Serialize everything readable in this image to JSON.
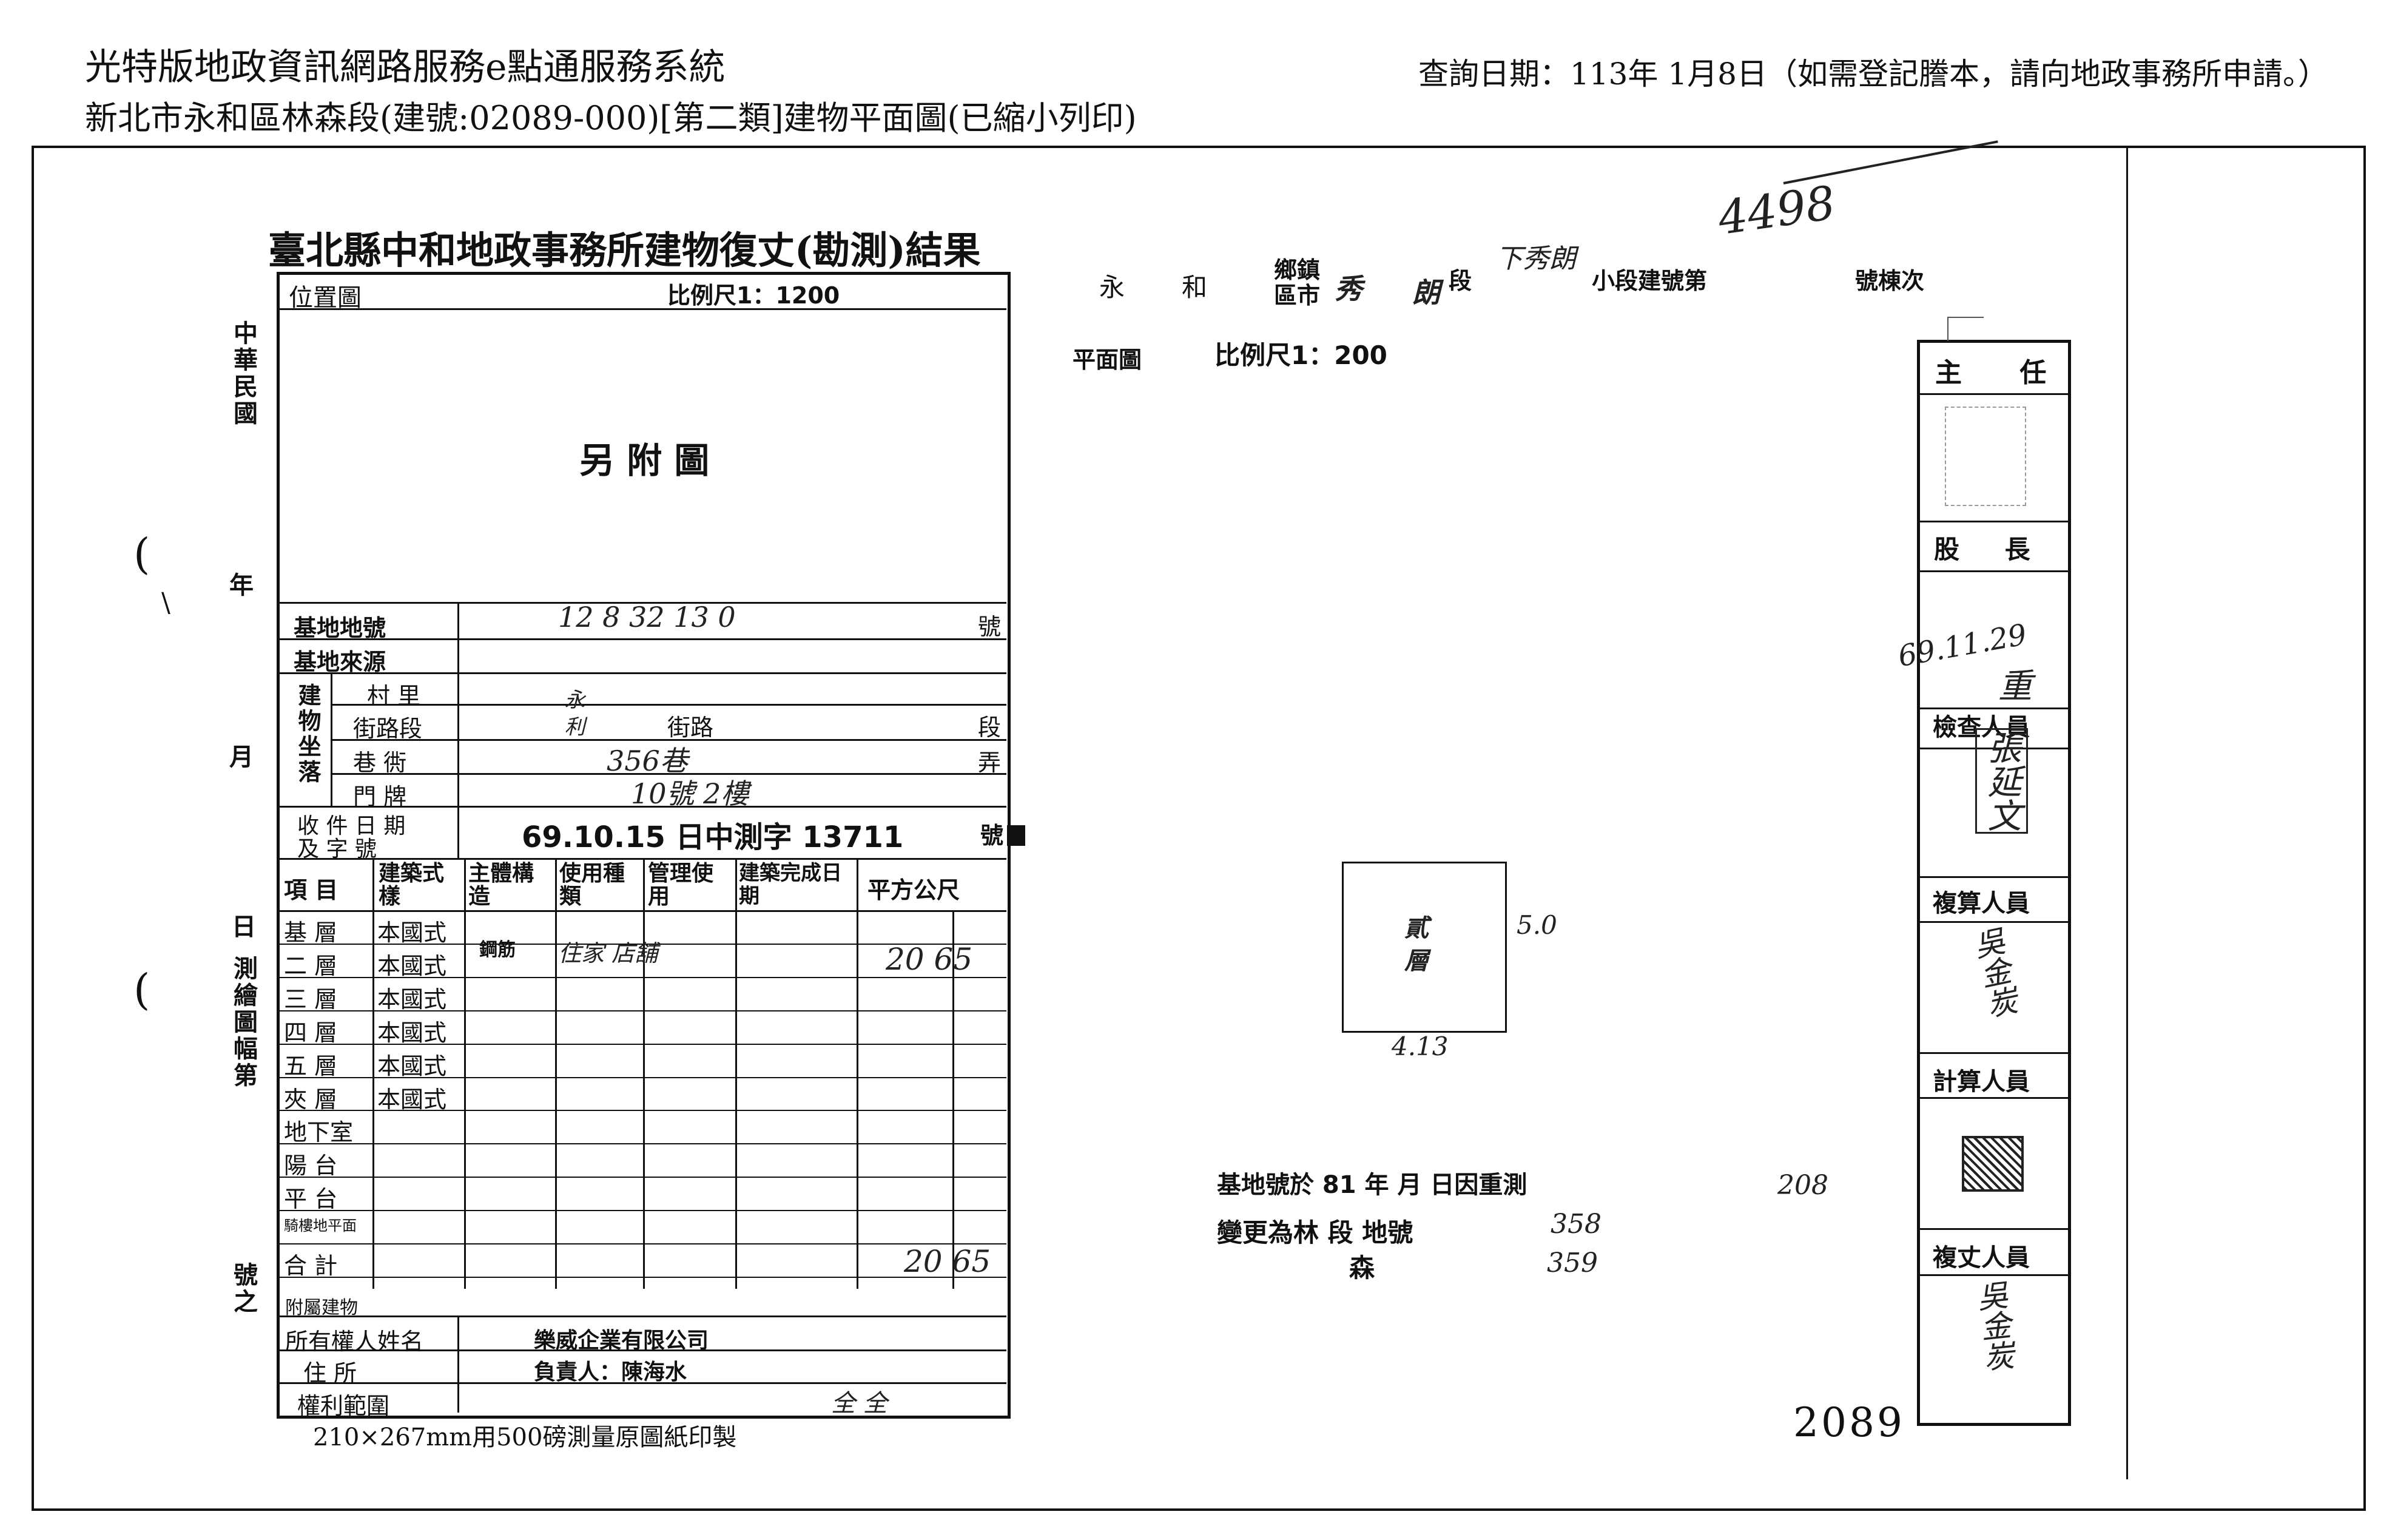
{
  "header": {
    "system_title": "光特版地政資訊網路服務e點通服務系統",
    "subtitle": "新北市永和區林森段(建號:02089-000)[第二類]建物平面圖(已縮小列印)",
    "query_date": "查詢日期：113年 1月8日（如需登記謄本，請向地政事務所申請。）"
  },
  "form": {
    "title": "臺北縣中和地政事務所建物復丈(勘測)結果",
    "location_map_label": "位置圖",
    "location_scale": "比例尺1：1200",
    "attached": "另 附 圖",
    "left_margin": {
      "roc": "中華民國",
      "year": "年",
      "month": "月",
      "day": "日",
      "sheet_no": "測繪圖幅第",
      "no_suffix": "號之",
      "paren1": "(",
      "paren2": "(",
      "mark": "\\"
    },
    "fields": {
      "base_lot_label": "基地地號",
      "base_lot_value": "12 8 32    13 0",
      "lot_unit": "號",
      "base_source_label": "基地來源",
      "building_label": "建物坐落",
      "village_label": "村 里",
      "road_label": "街路段",
      "road_hand": "永 利",
      "road_value": "街路",
      "road_unit": "段",
      "lane_label": "巷 衖",
      "lane_value": "356巷",
      "lane_unit": "弄",
      "door_label": "門 牌",
      "door_value": "10號 2樓",
      "receipt_label1": "收 件 日 期",
      "receipt_label2": "及 字 號",
      "receipt_value": "69.10.15 日中測字 13711",
      "receipt_unit": "號"
    },
    "table": {
      "headers": [
        "項 目",
        "建築式樣",
        "主體構造",
        "使用種類",
        "管理使用",
        "建築完成日期",
        "平方公尺"
      ],
      "rows": [
        {
          "item": "基 層",
          "style": "本國式"
        },
        {
          "item": "二 層",
          "style": "本國式"
        },
        {
          "item": "三 層",
          "style": "本國式"
        },
        {
          "item": "四 層",
          "style": "本國式"
        },
        {
          "item": "五 層",
          "style": "本國式"
        },
        {
          "item": "夾 層",
          "style": "本國式"
        },
        {
          "item": "地下室",
          "style": ""
        },
        {
          "item": "陽 台",
          "style": ""
        },
        {
          "item": "平 台",
          "style": ""
        },
        {
          "item": "騎樓地平面",
          "style": ""
        },
        {
          "item": "合 計",
          "style": ""
        }
      ],
      "row2_structure": "鋼筋",
      "row2_use": "住家 店舖",
      "row2_area": "20 65",
      "total_area": "20 65"
    },
    "annex_label": "附屬建物",
    "owner_label": "所有權人姓名",
    "owner_value": "樂威企業有限公司",
    "address_label": "住 所",
    "address_value": "負責人：陳海水",
    "rights_label": "權利範圍",
    "rights_value": "全 全",
    "paper_note": "210×267mm用500磅測量原圖紙印製"
  },
  "right_panel": {
    "place_line": {
      "a": "永",
      "b": "和",
      "c1": "鄉鎮",
      "c2": "區市",
      "d": "秀",
      "e": "朗",
      "f": "段",
      "g": "下秀朗",
      "h": "小段建號第",
      "i": "號棟次"
    },
    "annotation_top": "4498",
    "plan_label": "平面圖",
    "plan_scale": "比例尺1：200",
    "room_label": "貳 層",
    "dim_right": "5.0",
    "dim_bottom": "4.13",
    "change_line1": "基地號於 81 年   月   日因重測",
    "change_hand1": "208",
    "change_line2": "變更為林   段   地號",
    "change_line2b": "森",
    "change_hand2": "358",
    "change_hand3": "359",
    "building_no": "2089",
    "stamp_date": "69.11.29"
  },
  "sign_column": {
    "chief": "主 任",
    "section_chief": "股 長",
    "inspector": "檢查人員",
    "inspector_name": "張延文",
    "rechecker": "複算人員",
    "rechecker_name": "吳金炭",
    "calculator": "計算人員",
    "surveyor": "複丈人員",
    "surveyor_name": "吳金炭",
    "reject": "重"
  }
}
